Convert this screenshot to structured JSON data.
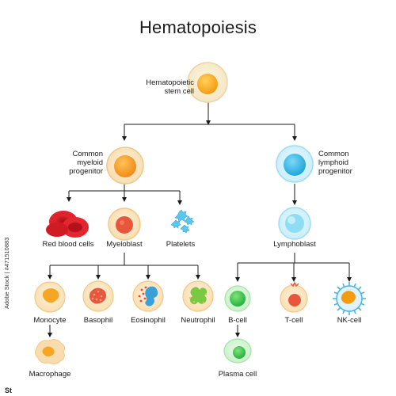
{
  "title": "Hematopoiesis",
  "labels": {
    "hsc_line1": "Hematopoietic",
    "hsc_line2": "stem cell",
    "cmp_line1": "Common",
    "cmp_line2": "myeloid",
    "cmp_line3": "progenitor",
    "clp_line1": "Common",
    "clp_line2": "lymphoid",
    "clp_line3": "progenitor",
    "rbc": "Red blood cells",
    "myeloblast": "Myeloblast",
    "platelets": "Platelets",
    "lymphoblast": "Lymphoblast",
    "monocyte": "Monocyte",
    "basophil": "Basophil",
    "eosinophil": "Eosinophil",
    "neutrophil": "Neutrophil",
    "bcell": "B-cell",
    "tcell": "T-cell",
    "nkcell": "NK-cell",
    "macrophage": "Macrophage",
    "plasma": "Plasma cell"
  },
  "watermark": "Adobe Stock | #471510883",
  "stock_logo": "St",
  "colors": {
    "stem_nucleus": "#f4a623",
    "myeloid_nucleus": "#f7941d",
    "lymphoid_nucleus": "#29b6e8",
    "rbc_red": "#e0222b",
    "platelet_blue": "#5bc6ee",
    "bcell_green": "#3ec74a",
    "nk_blue": "#4ab3e6"
  }
}
